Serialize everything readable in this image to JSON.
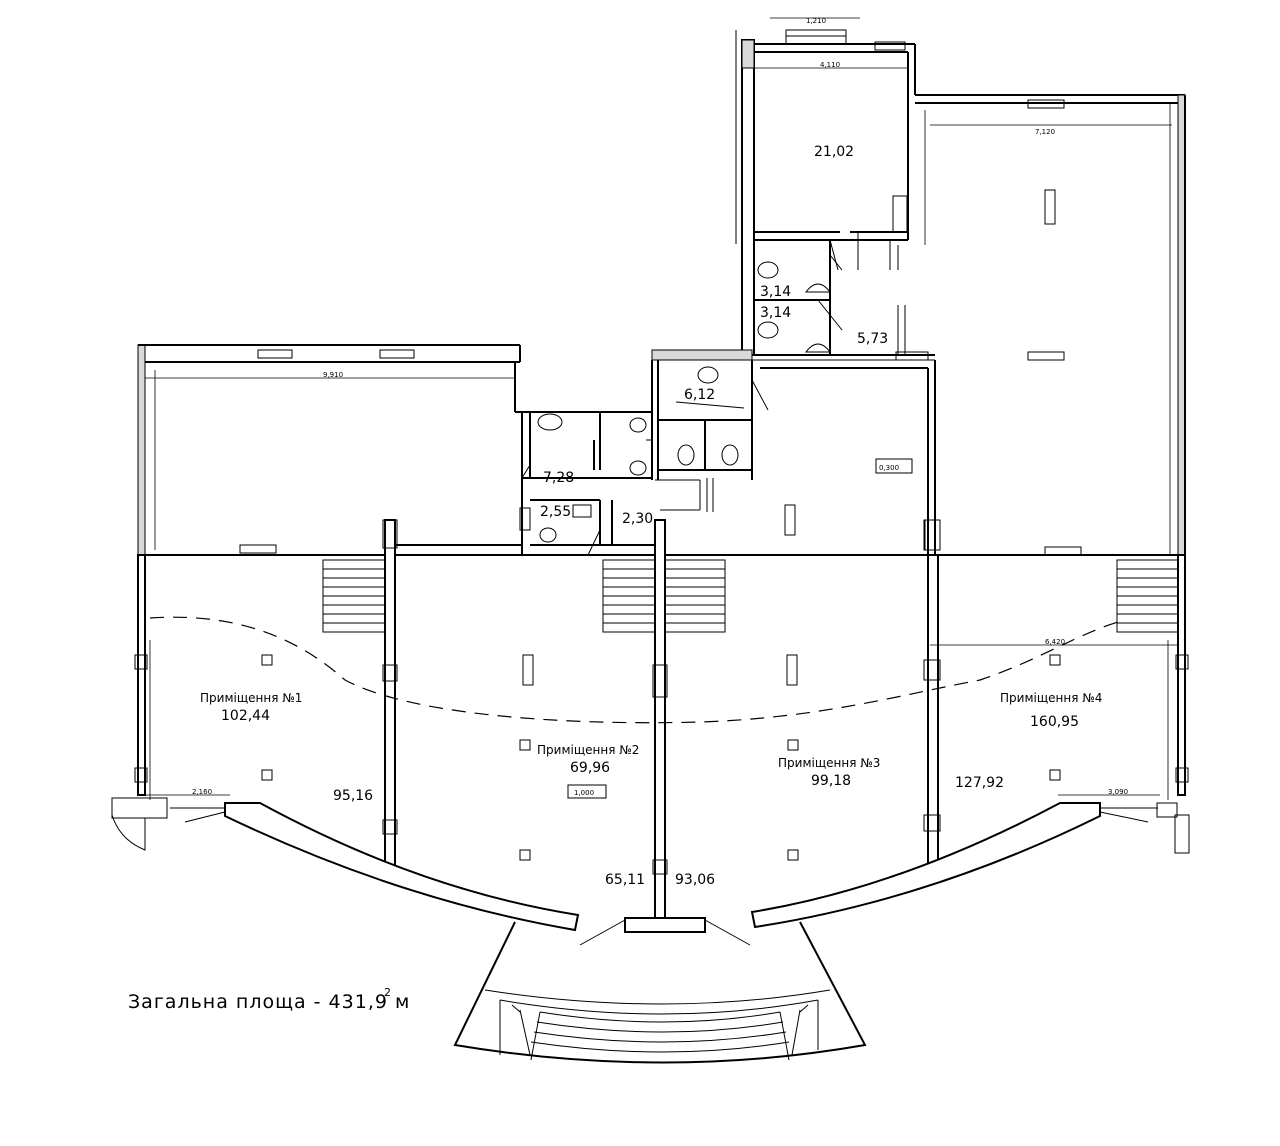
{
  "plan": {
    "total_area": {
      "label": "Загальна площа - 431,9 м",
      "superscript": "2"
    },
    "rooms": [
      {
        "name": "Приміщення №1",
        "area": "102,44"
      },
      {
        "name": "Приміщення №2",
        "area": "69,96"
      },
      {
        "name": "Приміщення №3",
        "area": "99,18"
      },
      {
        "name": "Приміщення №4",
        "area": "160,95"
      }
    ],
    "areas": {
      "a2102": "21,02",
      "a314a": "3,14",
      "a314b": "3,14",
      "a573": "5,73",
      "a612": "6,12",
      "a728": "7,28",
      "a255": "2,55",
      "a230": "2,30",
      "a9516": "95,16",
      "a6511": "65,11",
      "a9306": "93,06",
      "a12792": "127,92"
    },
    "level_marks": {
      "upper": "0,300",
      "lower": "1,000"
    },
    "dimensions": {
      "top_window": "1,210",
      "room21_width": "4,110",
      "east_width": "7,120",
      "west_width": "9,910",
      "room4_width": "6,420",
      "left_bottom": "2,160",
      "right_bottom": "3,090"
    }
  }
}
